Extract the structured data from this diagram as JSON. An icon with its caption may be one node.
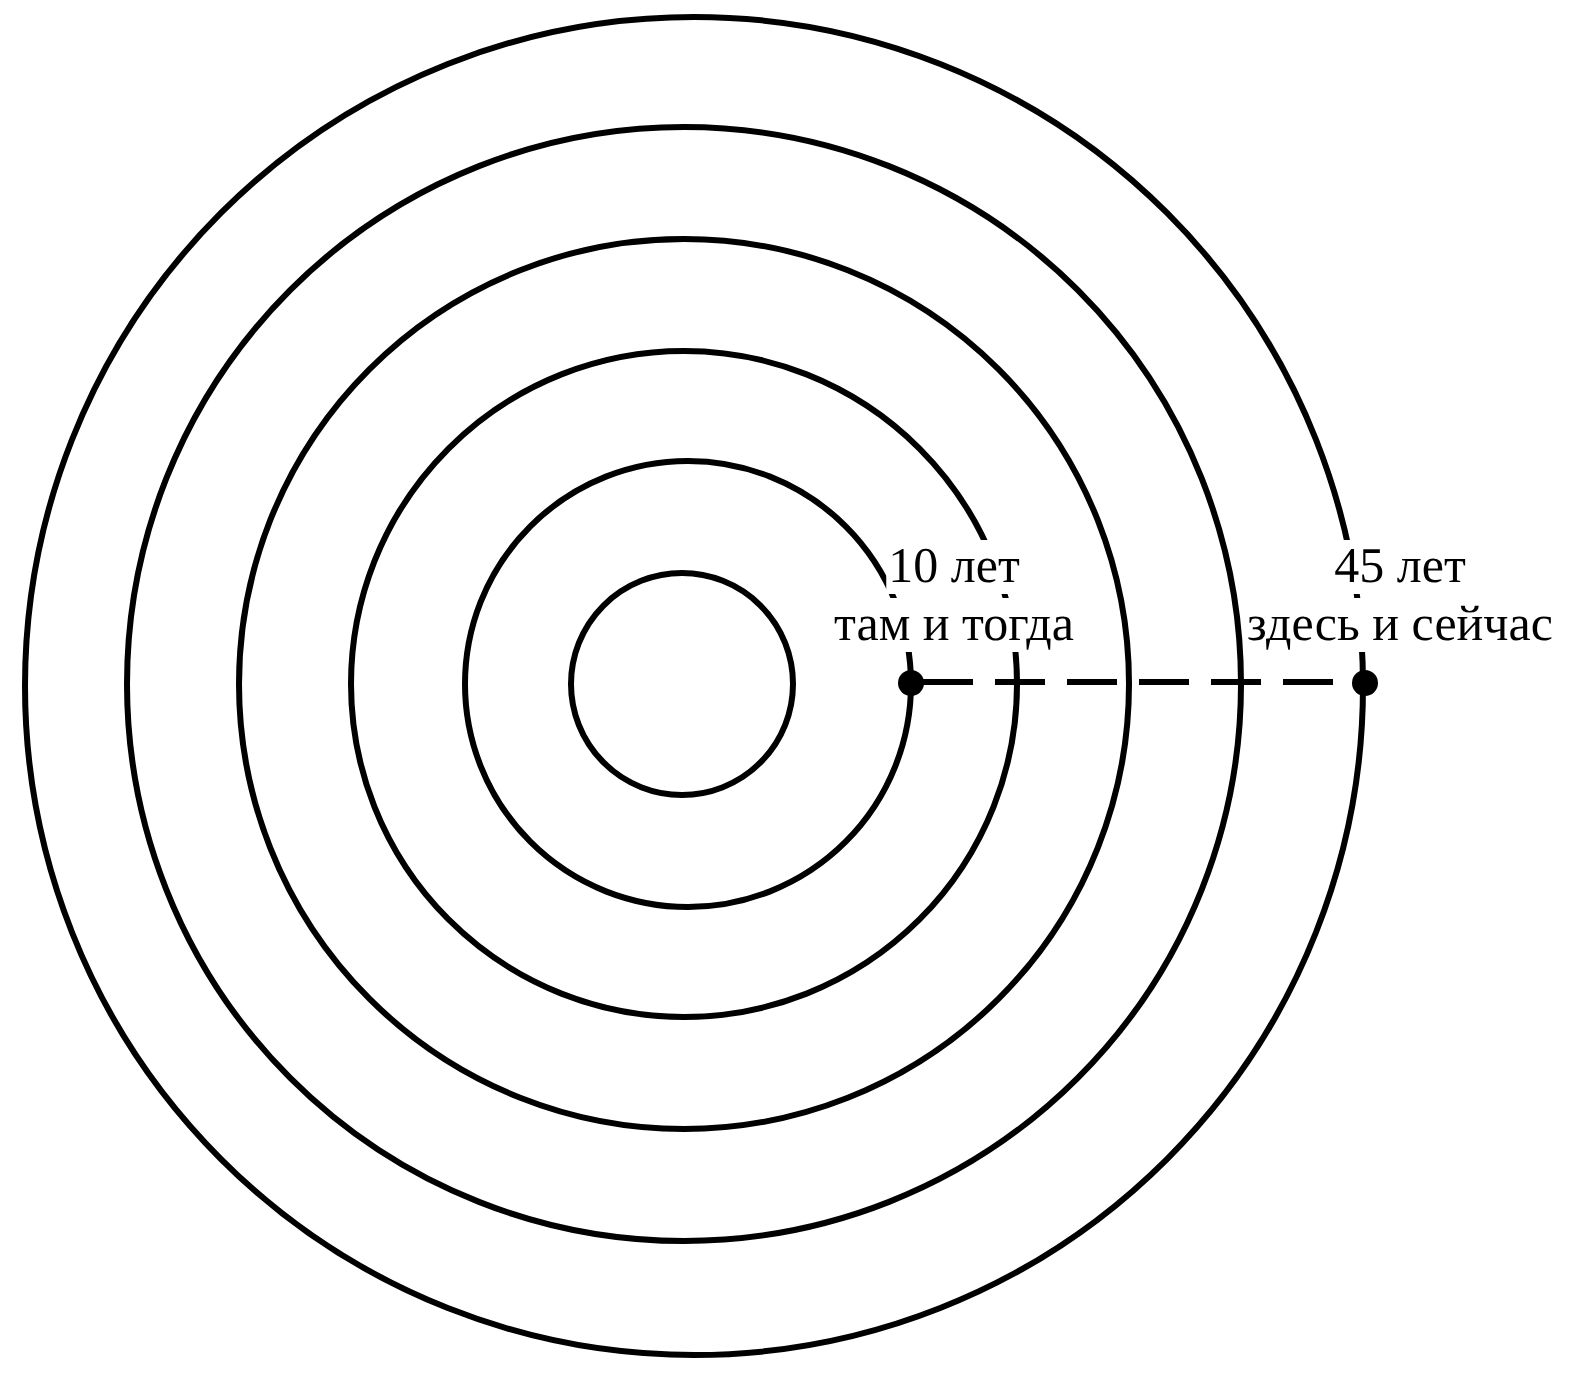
{
  "diagram": {
    "nodes": [
      {
        "text": [],
        "shape": "circle"
      },
      {
        "text": [],
        "shape": "circle",
        "in": 0
      },
      {
        "text": [],
        "shape": "circle",
        "in": 1
      },
      {
        "text": [],
        "shape": "circle",
        "in": 2
      },
      {
        "text": [],
        "shape": "circle",
        "in": 3
      },
      {
        "text": [],
        "shape": "circle",
        "in": 4
      },
      {
        "text": [],
        "shape": "dot",
        "in": 3,
        "beside": [
          "10 лет",
          "там и тогда"
        ]
      },
      {
        "text": [],
        "shape": "dot",
        "beside": [
          "45 лет",
          "здесь и сейчас"
        ]
      }
    ],
    "edges": [
      {
        "from": 6,
        "to": 7,
        "arrow": "none",
        "style": "dashed"
      }
    ]
  }
}
